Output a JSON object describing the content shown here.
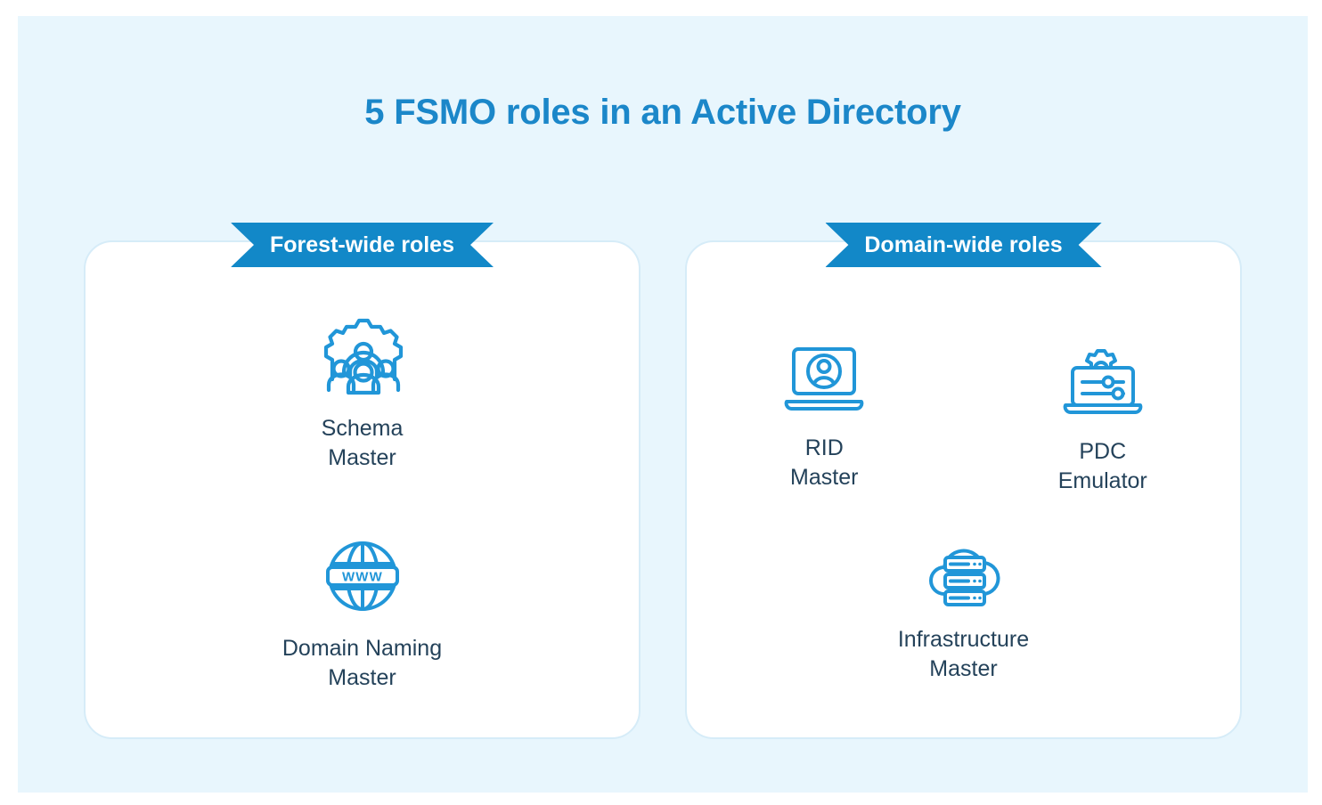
{
  "page": {
    "background_color": "#ffffff",
    "panel_color": "#e8f6fd",
    "accent_color": "#1288c8",
    "title_color": "#1b87c9",
    "label_color": "#24425a",
    "icon_color": "#2196d8",
    "card_border_color": "#d6ecf8"
  },
  "title": "5 FSMO roles in an Active Directory",
  "columns": [
    {
      "id": "forest-wide",
      "banner": "Forest-wide roles",
      "roles": [
        {
          "id": "schema-master",
          "label": "Schema\nMaster",
          "icon": "gear-people-icon"
        },
        {
          "id": "domain-naming-master",
          "label": "Domain Naming\nMaster",
          "icon": "globe-www-icon"
        }
      ]
    },
    {
      "id": "domain-wide",
      "banner": "Domain-wide roles",
      "roles": [
        {
          "id": "rid-master",
          "label": "RID\nMaster",
          "icon": "laptop-user-icon"
        },
        {
          "id": "pdc-emulator",
          "label": "PDC\nEmulator",
          "icon": "laptop-settings-gear-icon"
        },
        {
          "id": "infrastructure-master",
          "label": "Infrastructure\nMaster",
          "icon": "cloud-servers-icon"
        }
      ]
    }
  ]
}
